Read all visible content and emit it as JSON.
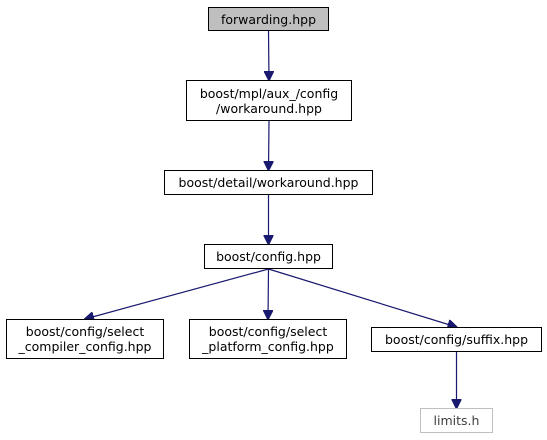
{
  "graph": {
    "nodes": {
      "forwarding": {
        "lines": [
          "forwarding.hpp"
        ]
      },
      "workaround_mpl": {
        "lines": [
          "boost/mpl/aux_/config",
          "/workaround.hpp"
        ]
      },
      "detail_workaround": {
        "lines": [
          "boost/detail/workaround.hpp"
        ]
      },
      "config": {
        "lines": [
          "boost/config.hpp"
        ]
      },
      "select_compiler": {
        "lines": [
          "boost/config/select",
          "_compiler_config.hpp"
        ]
      },
      "select_platform": {
        "lines": [
          "boost/config/select",
          "_platform_config.hpp"
        ]
      },
      "suffix": {
        "lines": [
          "boost/config/suffix.hpp"
        ]
      },
      "limits": {
        "lines": [
          "limits.h"
        ]
      }
    },
    "edges": [
      [
        "forwarding",
        "workaround_mpl"
      ],
      [
        "workaround_mpl",
        "detail_workaround"
      ],
      [
        "detail_workaround",
        "config"
      ],
      [
        "config",
        "select_compiler"
      ],
      [
        "config",
        "select_platform"
      ],
      [
        "config",
        "suffix"
      ],
      [
        "suffix",
        "limits"
      ]
    ],
    "colors": {
      "edge": "#191970",
      "root_fill": "#bfbfbf",
      "external_border": "#bfbfbf"
    }
  }
}
